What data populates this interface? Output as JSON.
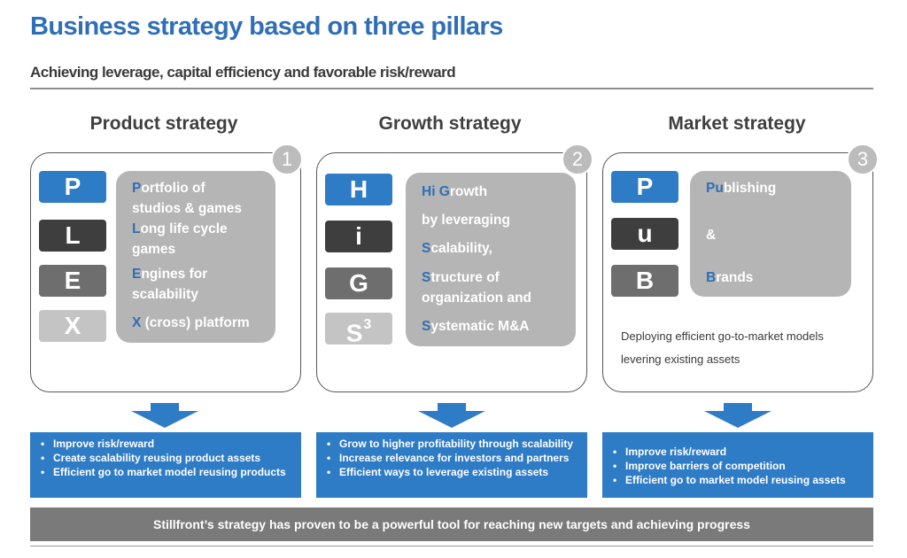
{
  "header": {
    "title": "Business strategy based on three pillars",
    "subtitle": "Achieving leverage, capital efficiency and favorable risk/reward"
  },
  "pillars": [
    {
      "heading": "Product strategy",
      "number": "1",
      "letters": [
        "P",
        "L",
        "E",
        "X"
      ],
      "lines": [
        {
          "highlight": "P",
          "rest": "ortfolio of"
        },
        {
          "highlight": "",
          "rest": "studios & games"
        },
        {
          "highlight": "L",
          "rest": "ong life cycle"
        },
        {
          "highlight": "",
          "rest": "games"
        },
        {
          "highlight": "E",
          "rest": "ngines for"
        },
        {
          "highlight": "",
          "rest": "scalability"
        },
        {
          "highlight": "X",
          "rest": " (cross) platform"
        }
      ],
      "benefits": [
        "Improve risk/reward",
        "Create scalability reusing product assets",
        "Efficient go to market model reusing products"
      ]
    },
    {
      "heading": "Growth strategy",
      "number": "2",
      "letters": [
        "H",
        "i",
        "G",
        "S"
      ],
      "last_letter_sup": "3",
      "lines": [
        {
          "highlight": "Hi G",
          "rest": "rowth"
        },
        {
          "highlight": "",
          "rest": "by leveraging"
        },
        {
          "highlight": "S",
          "rest": "calability,"
        },
        {
          "highlight": "S",
          "rest": "tructure of"
        },
        {
          "highlight": "",
          "rest": "organization and"
        },
        {
          "highlight": "S",
          "rest": "ystematic M&A"
        }
      ],
      "benefits": [
        "Grow to higher profitability through scalability",
        "Increase relevance for investors and partners",
        "Efficient ways to leverage existing assets"
      ]
    },
    {
      "heading": "Market strategy",
      "number": "3",
      "letters": [
        "P",
        "u",
        "B"
      ],
      "lines": [
        {
          "highlight": "Pu",
          "rest": "blishing"
        },
        {
          "highlight": "",
          "rest": "&"
        },
        {
          "highlight": "B",
          "rest": "rands"
        }
      ],
      "note_lines": [
        "Deploying efficient go-to-market models",
        "levering existing assets"
      ],
      "benefits": [
        "Improve risk/reward",
        "Improve barriers of competition",
        "Efficient go to market model reusing assets"
      ]
    }
  ],
  "footer": {
    "banner": "Stillfront’s strategy has proven to be a powerful tool for reaching new targets and achieving progress"
  },
  "colors": {
    "accent_blue": "#2f7cc6",
    "title_blue": "#2f6fb6",
    "dark_letter": "#3e3e3e",
    "mid_letter": "#6e6e6e",
    "light_letter": "#c4c4c4",
    "desc_grey": "#b5b5b5",
    "banner_grey": "#7a7a7a"
  }
}
